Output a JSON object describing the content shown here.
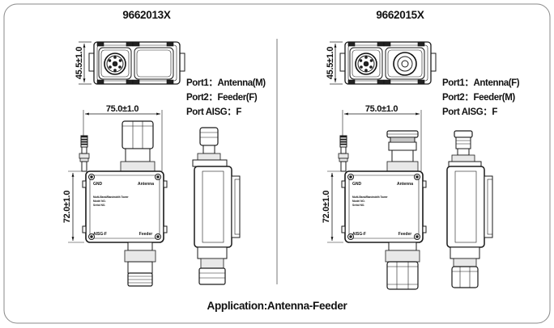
{
  "left": {
    "model": "9662013X",
    "ports": [
      "Port1：Antenna(M)",
      "Port2：Feeder(F)",
      "Port AISG：F"
    ],
    "dim_top_height": "45.5±1.0",
    "dim_width": "75.0±1.0",
    "dim_body_height": "72.0±1.0",
    "label_gnd": "GND",
    "label_antenna": "Antenna",
    "label_aisg": "AISG-F",
    "label_feeder": "Feeder",
    "nameplate_line1": "Multi-Band/Bandwidth Tower",
    "nameplate_line2": "Model NO.",
    "nameplate_line3": "Serial NO."
  },
  "right": {
    "model": "9662015X",
    "ports": [
      "Port1：Antenna(F)",
      "Port2：Feeder(M)",
      "Port AISG：F"
    ],
    "dim_top_height": "45.5±1.0",
    "dim_width": "75.0±1.0",
    "dim_body_height": "72.0±1.0",
    "label_gnd": "GND",
    "label_antenna": "Antenna",
    "label_aisg": "AISG-F",
    "label_feeder": "Feeder",
    "nameplate_line1": "Multi-Band/Bandwidth Tower",
    "nameplate_line2": "Model NO.",
    "nameplate_line3": "Serial NO."
  },
  "application": "Application:Antenna-Feeder"
}
